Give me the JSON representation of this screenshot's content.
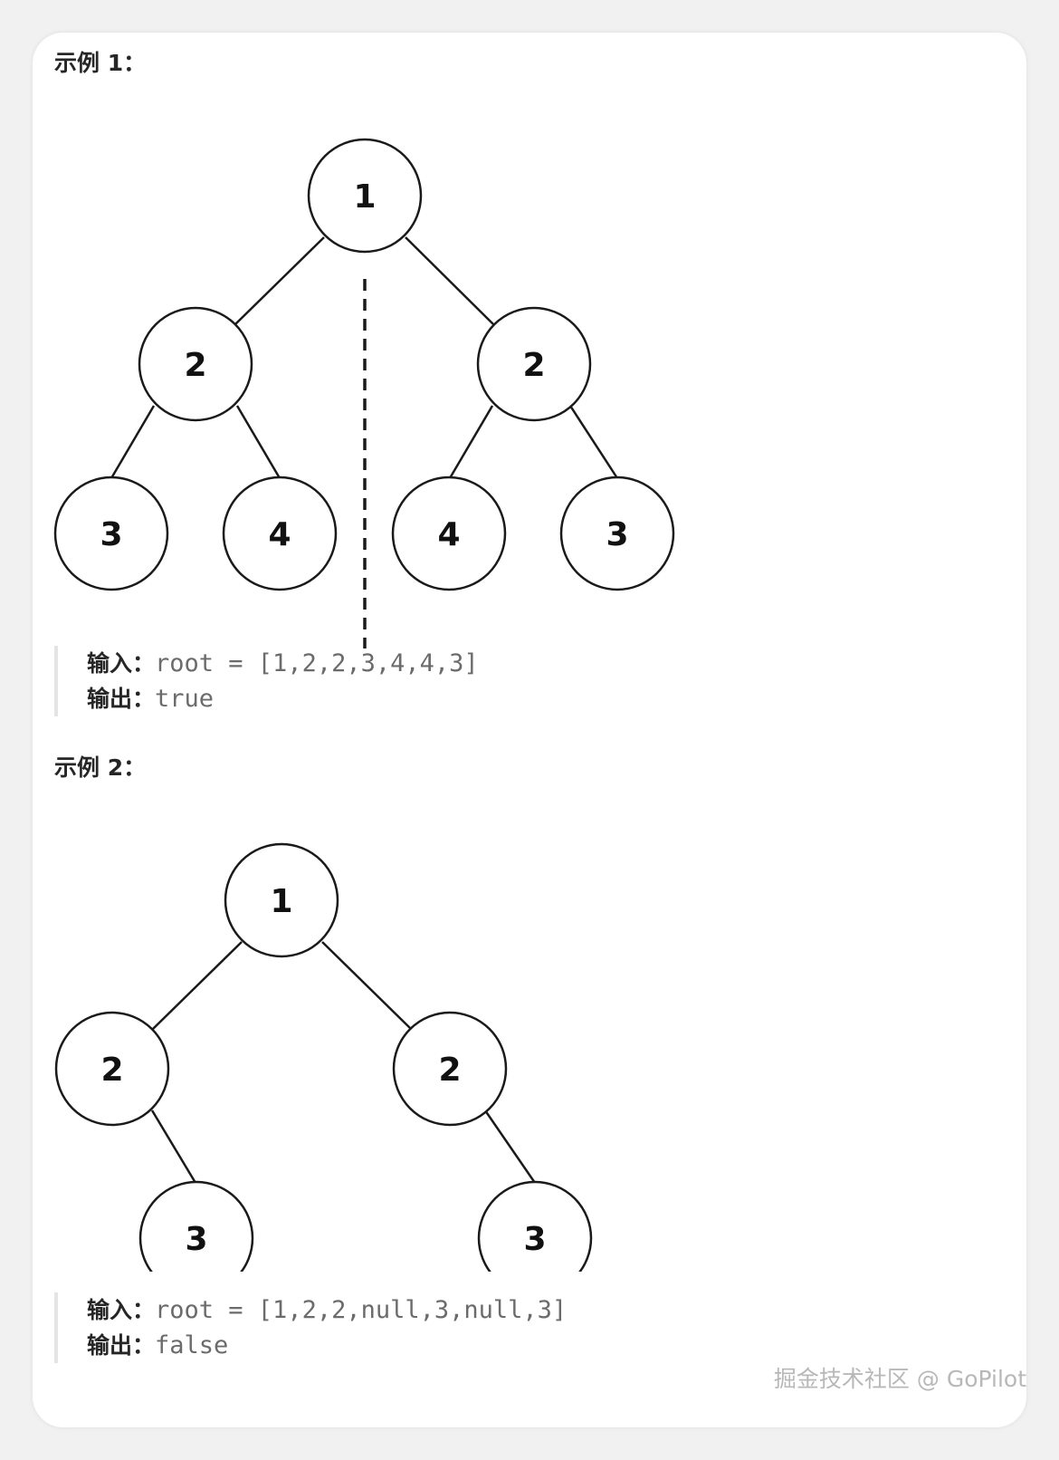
{
  "example1": {
    "title": "示例 1：",
    "input_label": "输入：",
    "input_value": "root = [1,2,2,3,4,4,3]",
    "output_label": "输出：",
    "output_value": "true",
    "tree_nodes": [
      "1",
      "2",
      "2",
      "3",
      "4",
      "4",
      "3"
    ]
  },
  "example2": {
    "title": "示例 2：",
    "input_label": "输入：",
    "input_value": "root = [1,2,2,null,3,null,3]",
    "output_label": "输出：",
    "output_value": "false",
    "tree_nodes": [
      "1",
      "2",
      "2",
      "3",
      "3"
    ]
  },
  "watermark": "掘金技术社区 @ GoPilot"
}
